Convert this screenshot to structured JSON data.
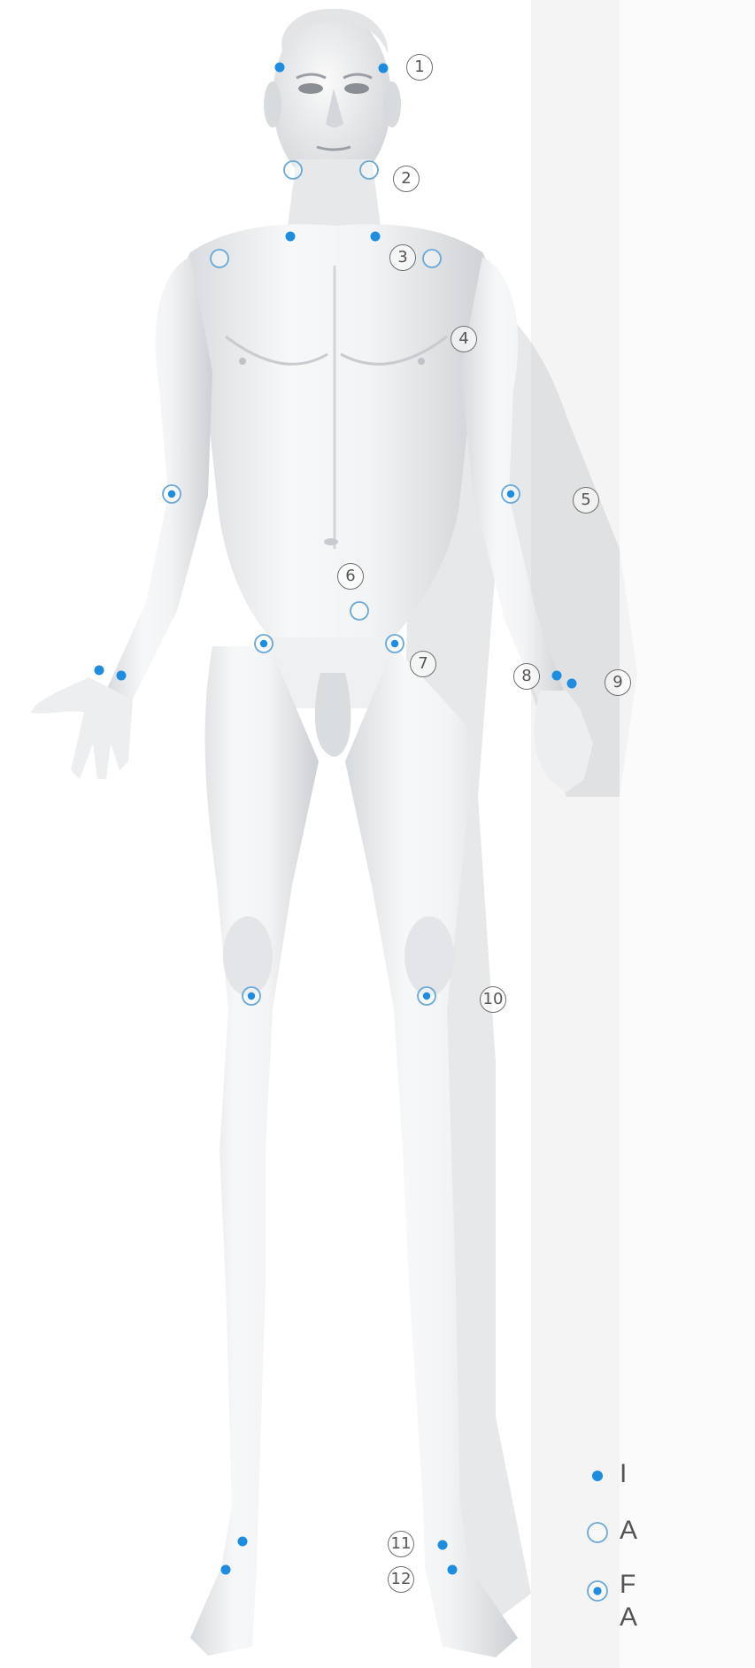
{
  "colors": {
    "point_blue": "#1e8de0",
    "ring_blue": "#6aa8d8",
    "label_gray": "#6f6f6f",
    "body_light": "#f6f7f8",
    "body_mid": "#dfe2e5",
    "body_shadow": "#c9ccd0"
  },
  "point_types": {
    "dot": {
      "icon": "solid-dot-icon"
    },
    "ring": {
      "icon": "hollow-ring-icon"
    },
    "dot-ring": {
      "icon": "ringed-dot-icon"
    }
  },
  "labels": [
    "①",
    "②",
    "③",
    "④",
    "⑤",
    "⑥",
    "⑦",
    "⑧",
    "⑨",
    "⑩",
    "⑪",
    "⑫"
  ],
  "legend": [
    {
      "type": "dot",
      "text": "I"
    },
    {
      "type": "ring",
      "text": "A"
    },
    {
      "type": "dot-ring",
      "text": "F",
      "text2": "A"
    }
  ]
}
